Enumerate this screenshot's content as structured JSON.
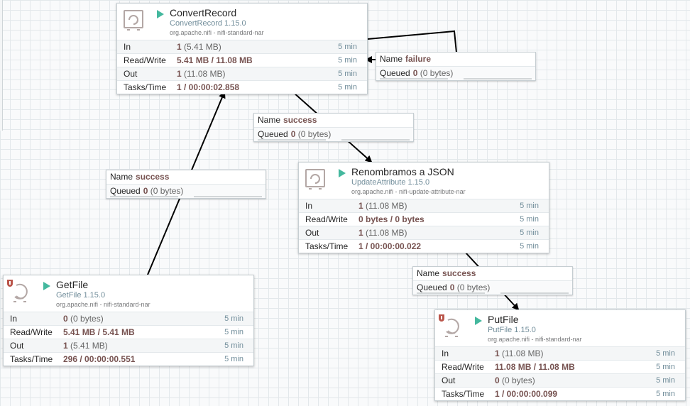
{
  "processors": {
    "convert": {
      "name": "ConvertRecord",
      "type": "ConvertRecord 1.15.0",
      "bundle": "org.apache.nifi - nifi-standard-nar",
      "in_value": "1",
      "in_sub": "(5.41 MB)",
      "rw_value": "5.41 MB / 11.08 MB",
      "out_value": "1",
      "out_sub": "(11.08 MB)",
      "tasks_value": "1 / 00:00:02.858",
      "window": "5 min"
    },
    "rename": {
      "name": "Renombramos a JSON",
      "type": "UpdateAttribute 1.15.0",
      "bundle": "org.apache.nifi - nifi-update-attribute-nar",
      "in_value": "1",
      "in_sub": "(11.08 MB)",
      "rw_value": "0 bytes / 0 bytes",
      "out_value": "1",
      "out_sub": "(11.08 MB)",
      "tasks_value": "1 / 00:00:00.022",
      "window": "5 min"
    },
    "getfile": {
      "name": "GetFile",
      "type": "GetFile 1.15.0",
      "bundle": "org.apache.nifi - nifi-standard-nar",
      "in_value": "0",
      "in_sub": "(0 bytes)",
      "rw_value": "5.41 MB / 5.41 MB",
      "out_value": "1",
      "out_sub": "(5.41 MB)",
      "tasks_value": "296 / 00:00:00.551",
      "window": "5 min"
    },
    "putfile": {
      "name": "PutFile",
      "type": "PutFile 1.15.0",
      "bundle": "org.apache.nifi - nifi-standard-nar",
      "in_value": "1",
      "in_sub": "(11.08 MB)",
      "rw_value": "11.08 MB / 11.08 MB",
      "out_value": "0",
      "out_sub": "(0 bytes)",
      "tasks_value": "1 / 00:00:00.099",
      "window": "5 min"
    }
  },
  "labels": {
    "in": "In",
    "rw": "Read/Write",
    "out": "Out",
    "tasks": "Tasks/Time",
    "name": "Name",
    "queued": "Queued"
  },
  "connections": {
    "failure": {
      "name": "failure",
      "queued_count": "0",
      "queued_sub": "(0 bytes)"
    },
    "convert_success": {
      "name": "success",
      "queued_count": "0",
      "queued_sub": "(0 bytes)"
    },
    "get_success": {
      "name": "success",
      "queued_count": "0",
      "queued_sub": "(0 bytes)"
    },
    "rename_success": {
      "name": "success",
      "queued_count": "0",
      "queued_sub": "(0 bytes)"
    }
  },
  "colors": {
    "run_icon": "#44b89e",
    "stat_value": "#775351",
    "type_text": "#728e9b",
    "restricted_badge": "#ba554a"
  },
  "icons": {
    "processor": "processor-icon",
    "run": "run-status-icon",
    "restricted": "restricted-icon"
  }
}
